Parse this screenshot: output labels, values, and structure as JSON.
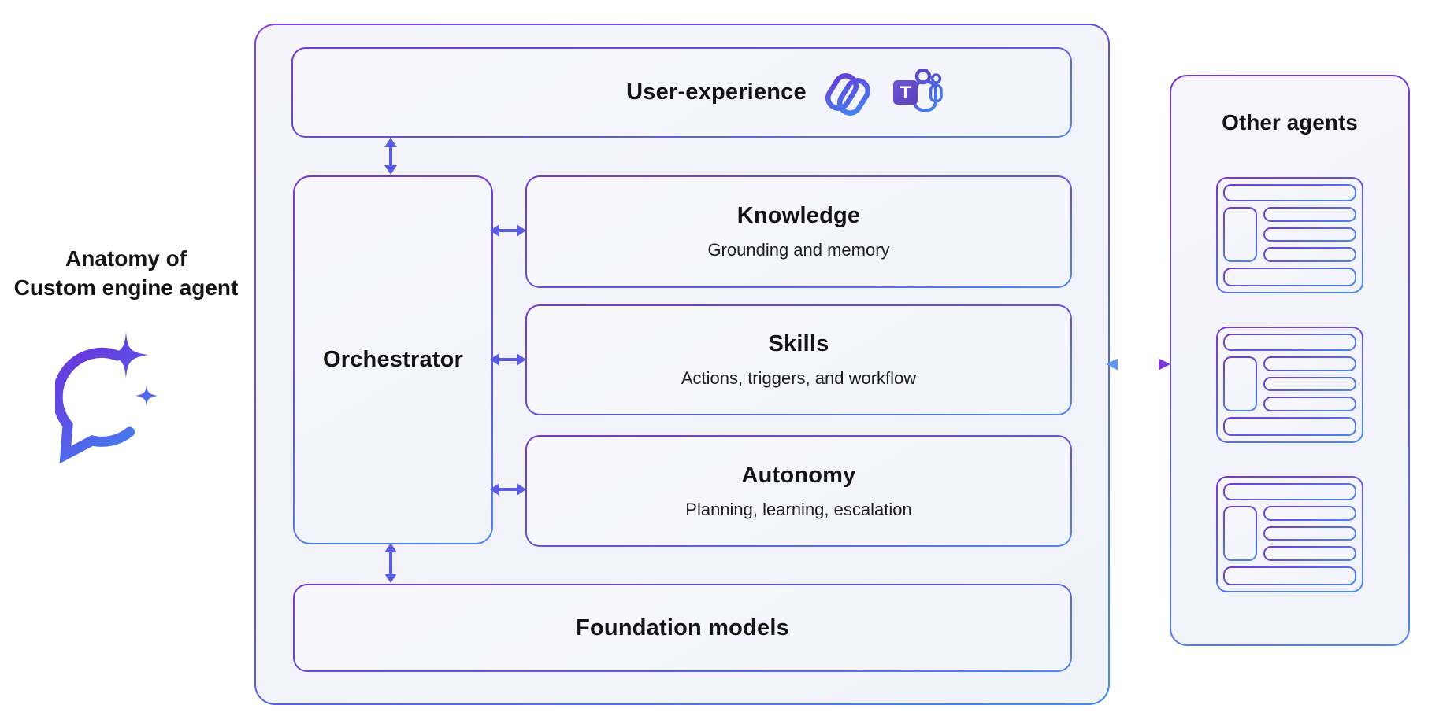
{
  "diagram": {
    "kind": "architecture-diagram",
    "left_panel": {
      "title_line1": "Anatomy of",
      "title_line2": "Custom engine agent",
      "icon": "copilot-chat-sparkles-icon"
    },
    "main_panel": {
      "user_experience": {
        "title": "User-experience",
        "icons": [
          "copilot-icon",
          "teams-icon"
        ],
        "teams_letter": "T"
      },
      "orchestrator": {
        "title": "Orchestrator"
      },
      "modules": [
        {
          "title": "Knowledge",
          "subtitle": "Grounding and memory"
        },
        {
          "title": "Skills",
          "subtitle": "Actions, triggers, and workflow"
        },
        {
          "title": "Autonomy",
          "subtitle": "Planning, learning, escalation"
        }
      ],
      "foundation": {
        "title": "Foundation models"
      },
      "connections": [
        "user-experience <-> orchestrator",
        "orchestrator <-> knowledge",
        "orchestrator <-> skills",
        "orchestrator <-> autonomy",
        "orchestrator <-> foundation-models",
        "main-agent <..> other-agents (dotted)"
      ]
    },
    "other_agents": {
      "title": "Other agents",
      "cards": [
        "agent-card-icon",
        "agent-card-icon",
        "agent-card-icon"
      ]
    },
    "colors": {
      "border_purple": "#7636d4",
      "border_blue": "#4e86ee",
      "arrow_indigo": "#5a5ce2",
      "dotted_arrow_blue": "#5e97f0",
      "dotted_arrow_purple": "#7b36dd",
      "teams_purple": "#6a4dc6",
      "box_fill_light": "#f5f4fb",
      "text": "#141414"
    }
  }
}
